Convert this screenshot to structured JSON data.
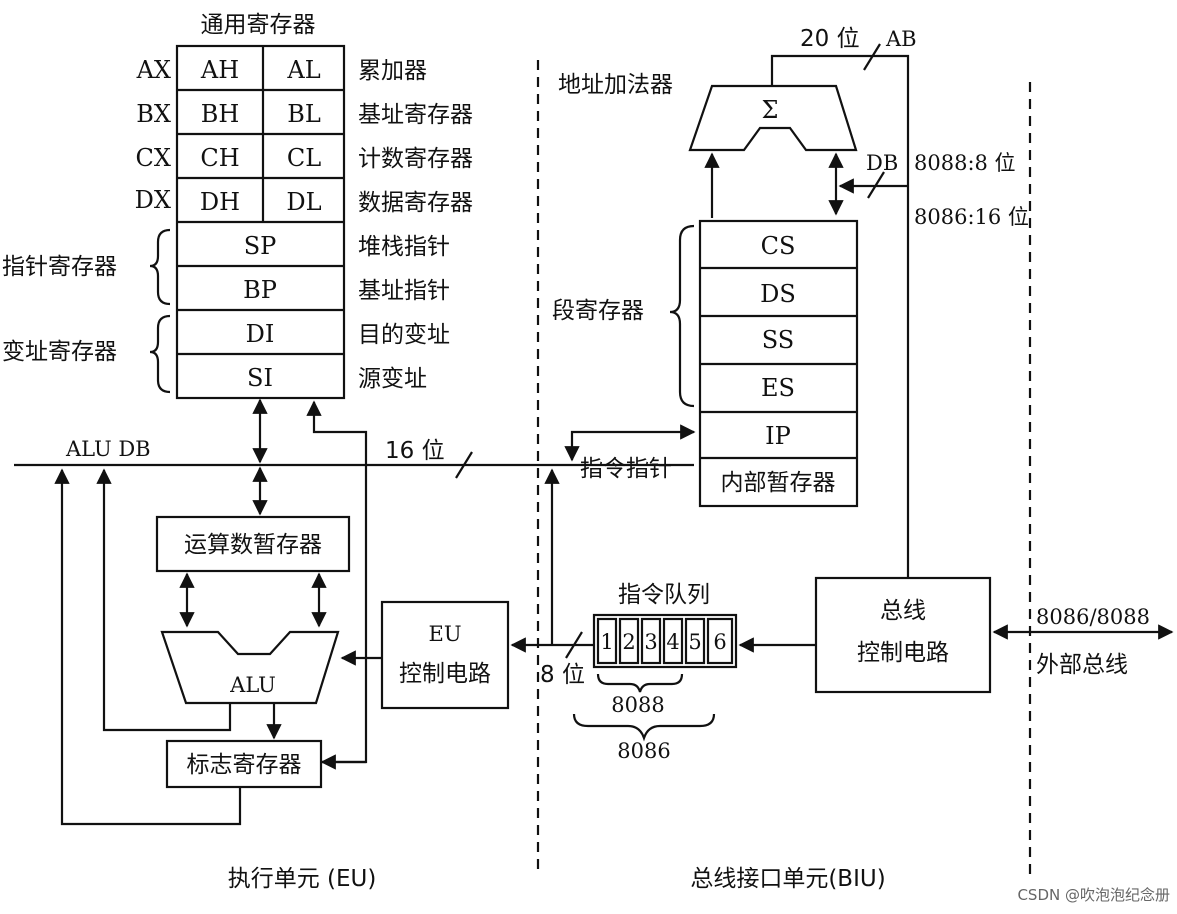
{
  "general_registers": {
    "title": "通用寄存器",
    "rows": [
      {
        "name": "AX",
        "high": "AH",
        "low": "AL",
        "desc": "累加器"
      },
      {
        "name": "BX",
        "high": "BH",
        "low": "BL",
        "desc": "基址寄存器"
      },
      {
        "name": "CX",
        "high": "CH",
        "low": "CL",
        "desc": "计数寄存器"
      },
      {
        "name": "DX",
        "high": "DH",
        "low": "DL",
        "desc": "数据寄存器"
      }
    ]
  },
  "pointer_group": {
    "label": "指针寄存器",
    "rows": [
      {
        "name": "SP",
        "desc": "堆栈指针"
      },
      {
        "name": "BP",
        "desc": "基址指针"
      }
    ]
  },
  "index_group": {
    "label": "变址寄存器",
    "rows": [
      {
        "name": "DI",
        "desc": "目的变址"
      },
      {
        "name": "SI",
        "desc": "源变址"
      }
    ]
  },
  "alu_bus": {
    "label": "ALU DB",
    "width_label": "16 位"
  },
  "operand_register": "运算数暂存器",
  "alu": "ALU",
  "flags_register": "标志寄存器",
  "eu_control": {
    "line1": "EU",
    "line2": "控制电路"
  },
  "eight_bit_label": "8 位",
  "address_adder": {
    "label": "地址加法器",
    "symbol": "Σ"
  },
  "address_bus": {
    "width": "20 位",
    "name": "AB"
  },
  "data_bus": {
    "name": "DB",
    "note1": "8088:8 位",
    "note2": "8086:16 位"
  },
  "segment_group": {
    "label": "段寄存器",
    "rows": [
      "CS",
      "DS",
      "SS",
      "ES"
    ]
  },
  "ip": "IP",
  "ip_label": "指令指针",
  "internal_temp": "内部暂存器",
  "queue": {
    "title": "指令队列",
    "cells": [
      "1",
      "2",
      "3",
      "4",
      "5",
      "6"
    ],
    "brace1": "8088",
    "brace2": "8086"
  },
  "bus_control": {
    "line1": "总线",
    "line2": "控制电路"
  },
  "external_bus": {
    "line1": "8086/8088",
    "line2": "外部总线"
  },
  "eu_section": "执行单元 (EU)",
  "biu_section": "总线接口单元(BIU)",
  "watermark": "CSDN @吹泡泡纪念册"
}
